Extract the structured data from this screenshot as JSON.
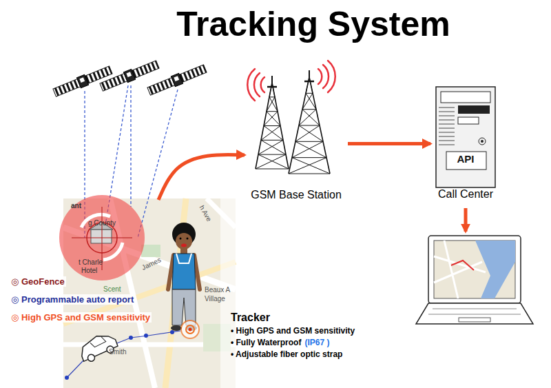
{
  "diagram": {
    "title": "Tracking System",
    "nodes": [
      {
        "text": [
          "Tracker",
          "• High GPS and GSM sensitivity",
          "• Fully Waterproof",
          "(IP67 )",
          "• Adjustable fiber optic strap"
        ]
      },
      {
        "text": [
          "GSM Base Station"
        ]
      },
      {
        "text": [
          "API",
          "Call Center"
        ]
      }
    ],
    "edges": [
      {
        "from": 0,
        "to": 1,
        "arrow": "to"
      },
      {
        "from": 1,
        "to": 2,
        "arrow": "to"
      }
    ],
    "labels": [
      "◎ GeoFence",
      "◎ Programmable auto report",
      "◎ High GPS and GSM sensitivity",
      "ant",
      "g County",
      "t Charle",
      "Hotel",
      "Scent",
      "James",
      "h Ave",
      "Beaux A",
      "Village",
      "Smith"
    ]
  }
}
